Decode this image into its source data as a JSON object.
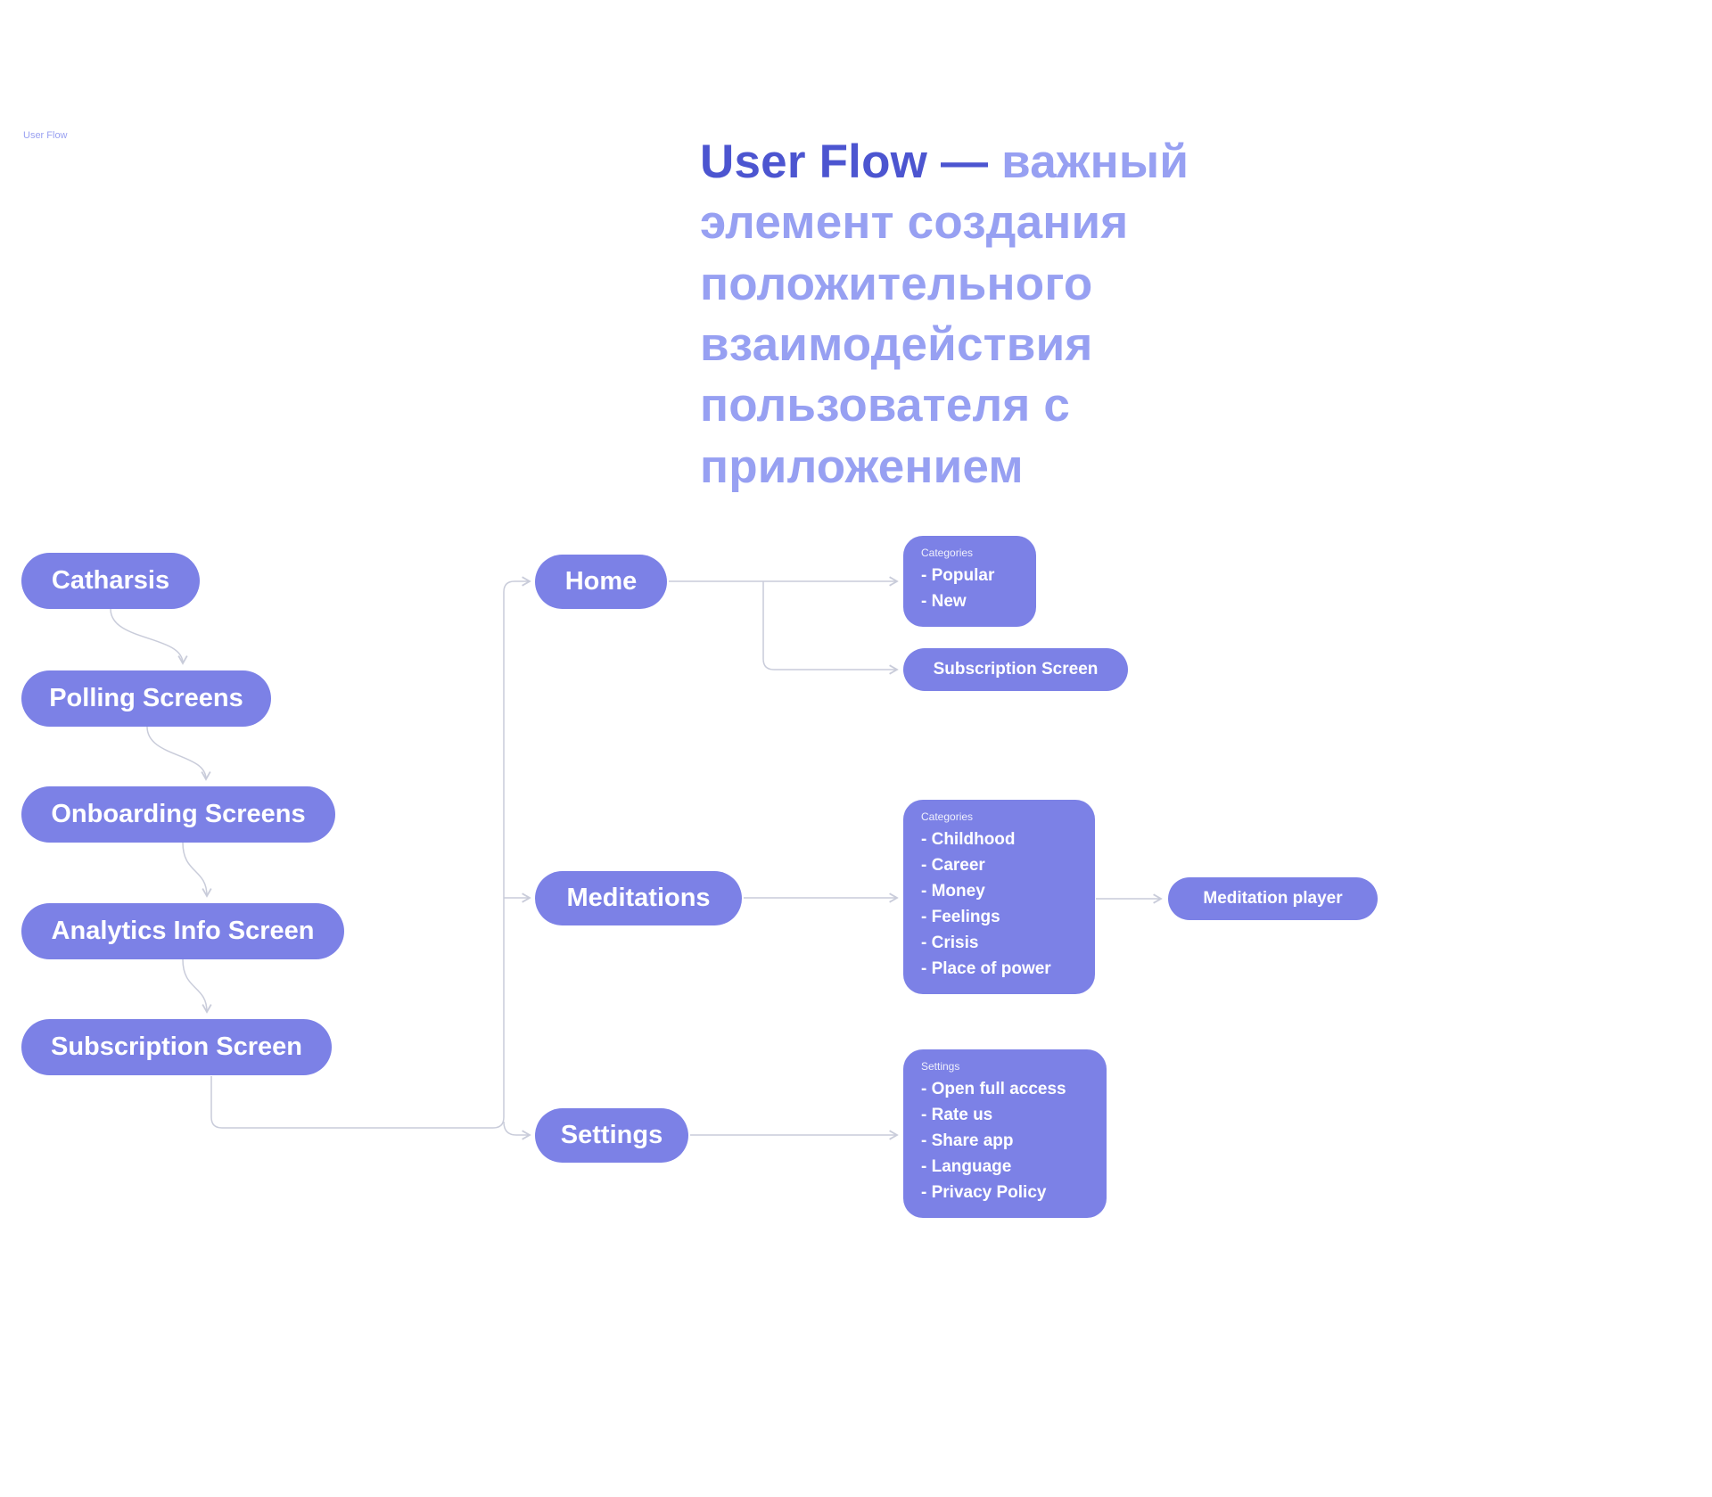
{
  "watermark": "User Flow",
  "heading": {
    "lead": "User Flow — ",
    "rest": "важный элемент создания положительного взаимодействия пользователя с приложением"
  },
  "left_flow": [
    {
      "label": "Catharsis"
    },
    {
      "label": "Polling Screens"
    },
    {
      "label": "Onboarding Screens"
    },
    {
      "label": "Analytics Info Screen"
    },
    {
      "label": "Subscription Screen"
    }
  ],
  "mid_flow": [
    {
      "label": "Home"
    },
    {
      "label": "Meditations"
    },
    {
      "label": "Settings"
    }
  ],
  "right": {
    "home_categories": {
      "title": "Categories",
      "items": [
        "- Popular",
        "- New"
      ]
    },
    "subscription_screen": {
      "label": "Subscription Screen"
    },
    "meditation_categories": {
      "title": "Categories",
      "items": [
        "- Childhood",
        "- Career",
        "- Money",
        "- Feelings",
        "- Crisis",
        "- Place of power"
      ]
    },
    "meditation_player": {
      "label": "Meditation player"
    },
    "settings": {
      "title": "Settings",
      "items": [
        "- Open full access",
        "- Rate us",
        "- Share app",
        "- Language",
        "- Privacy Policy"
      ]
    }
  },
  "colors": {
    "node_fill": "#7c81e6",
    "node_text": "#ffffff",
    "heading_lead": "#4c55d0",
    "heading_rest": "#97a0f2",
    "connector": "#c9ccda",
    "background": "#ffffff"
  }
}
